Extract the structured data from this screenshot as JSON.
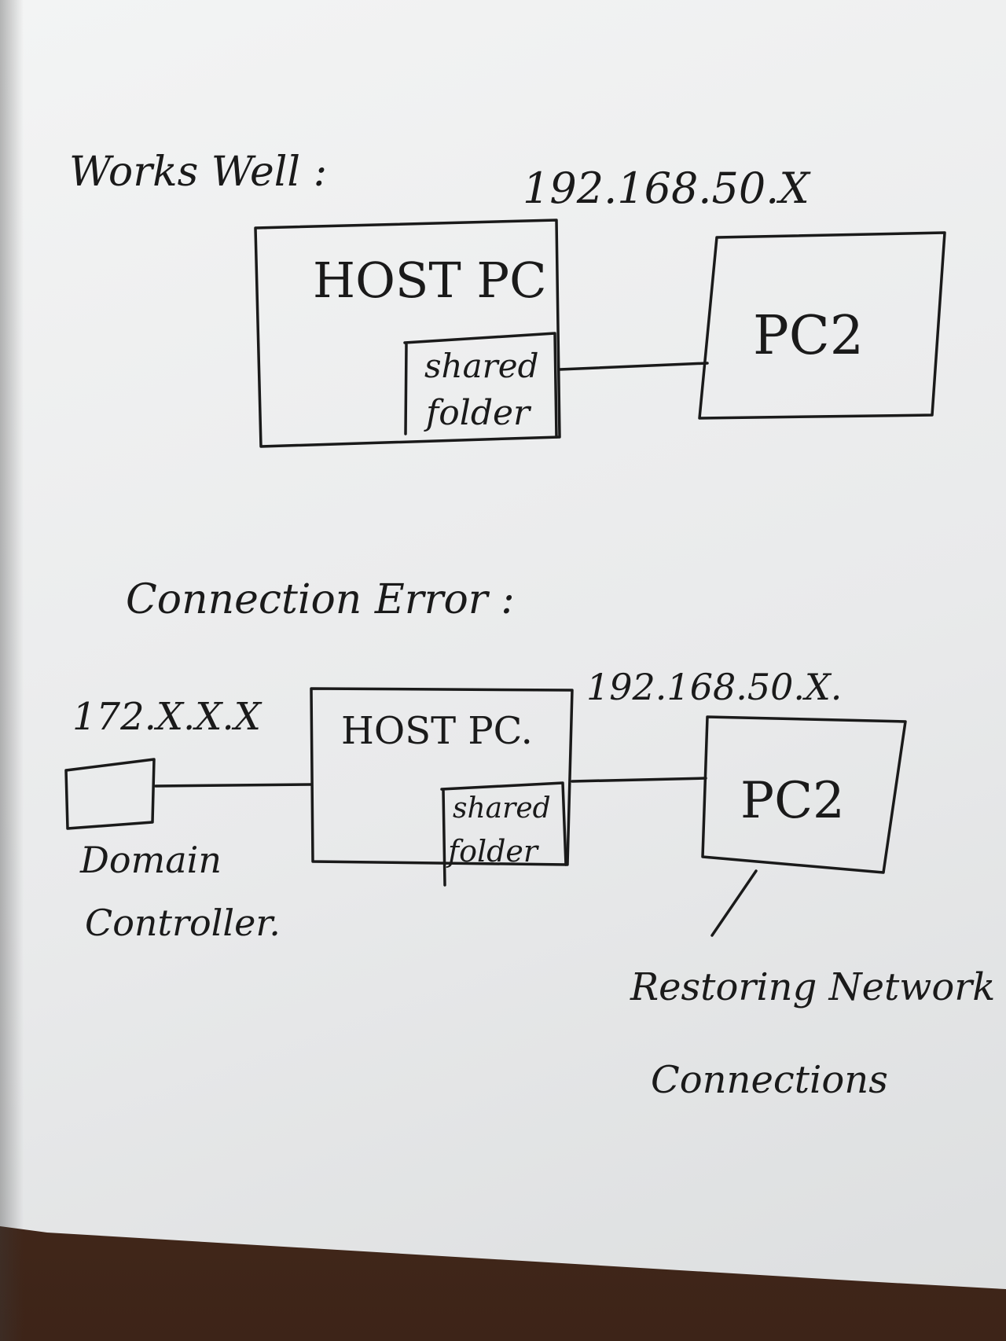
{
  "diagram": {
    "top": {
      "heading": "Works Well :",
      "ip_label": "192.168.50.X",
      "host_label": "HOST PC",
      "folder_line1": "shared",
      "folder_line2": "folder",
      "pc2_label": "PC2"
    },
    "bottom": {
      "heading": "Connection Error :",
      "dc_ip_label": "172.X.X.X",
      "pc2_ip_label": "192.168.50.X.",
      "host_label": "HOST PC.",
      "folder_line1": "shared",
      "folder_line2": "folder",
      "pc2_label": "PC2",
      "dc_line1": "Domain",
      "dc_line2": "Controller.",
      "status_line1": "Restoring Network",
      "status_line2": "Connections"
    }
  }
}
